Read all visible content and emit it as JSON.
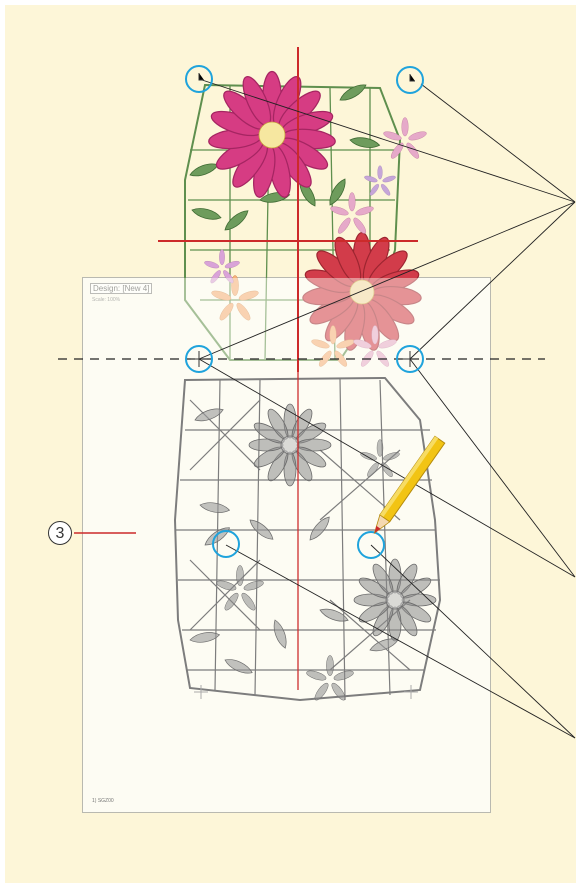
{
  "sheet": {
    "design_label": "Design: [New 4]",
    "scale_label": "Scale: 100%",
    "footer_label": "1) SGZ00"
  },
  "callout": {
    "number": "3"
  },
  "colors": {
    "background": "#fdf6d8",
    "sheet": "#fdfcf3",
    "marker_circle": "#1fa3dc",
    "center_line": "#cc2a2a",
    "leader_line": "#222222",
    "pencil_body": "#f2c414",
    "print_lace": "#7d7d7d",
    "flower_pink": "#d63c83",
    "flower_red": "#d23c4a",
    "leaf_green": "#5f8f4e"
  },
  "icons": {
    "markers": "target-circle-icon",
    "pencil": "pencil-icon"
  }
}
